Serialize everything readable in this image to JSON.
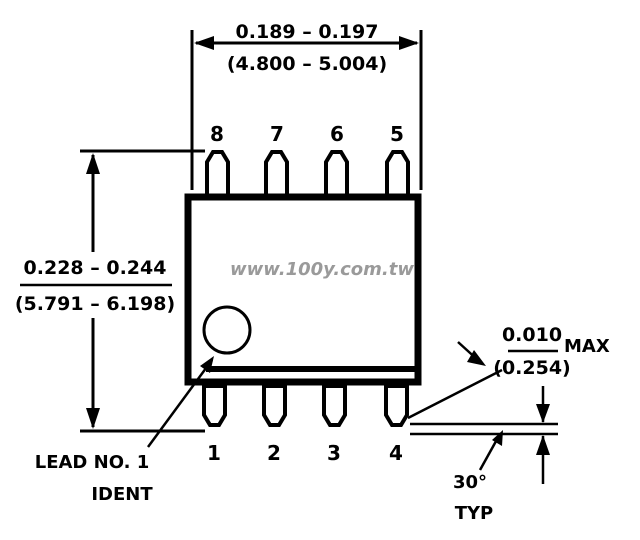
{
  "diagram": {
    "top_dimension": {
      "inch": "0.189 – 0.197",
      "mm": "(4.800 – 5.004)"
    },
    "side_dimension": {
      "inch": "0.228 – 0.244",
      "mm": "(5.791 – 6.198)"
    },
    "lead_thickness": {
      "inch": "0.010",
      "mm": "(0.254)",
      "qualifier": "MAX"
    },
    "lead_angle": {
      "value": "30°",
      "qualifier": "TYP"
    },
    "lead_ident": {
      "line1": "LEAD NO. 1",
      "line2": "IDENT"
    },
    "top_pins": [
      "8",
      "7",
      "6",
      "5"
    ],
    "bottom_pins": [
      "1",
      "2",
      "3",
      "4"
    ],
    "watermark": "www.100y.com.tw"
  }
}
